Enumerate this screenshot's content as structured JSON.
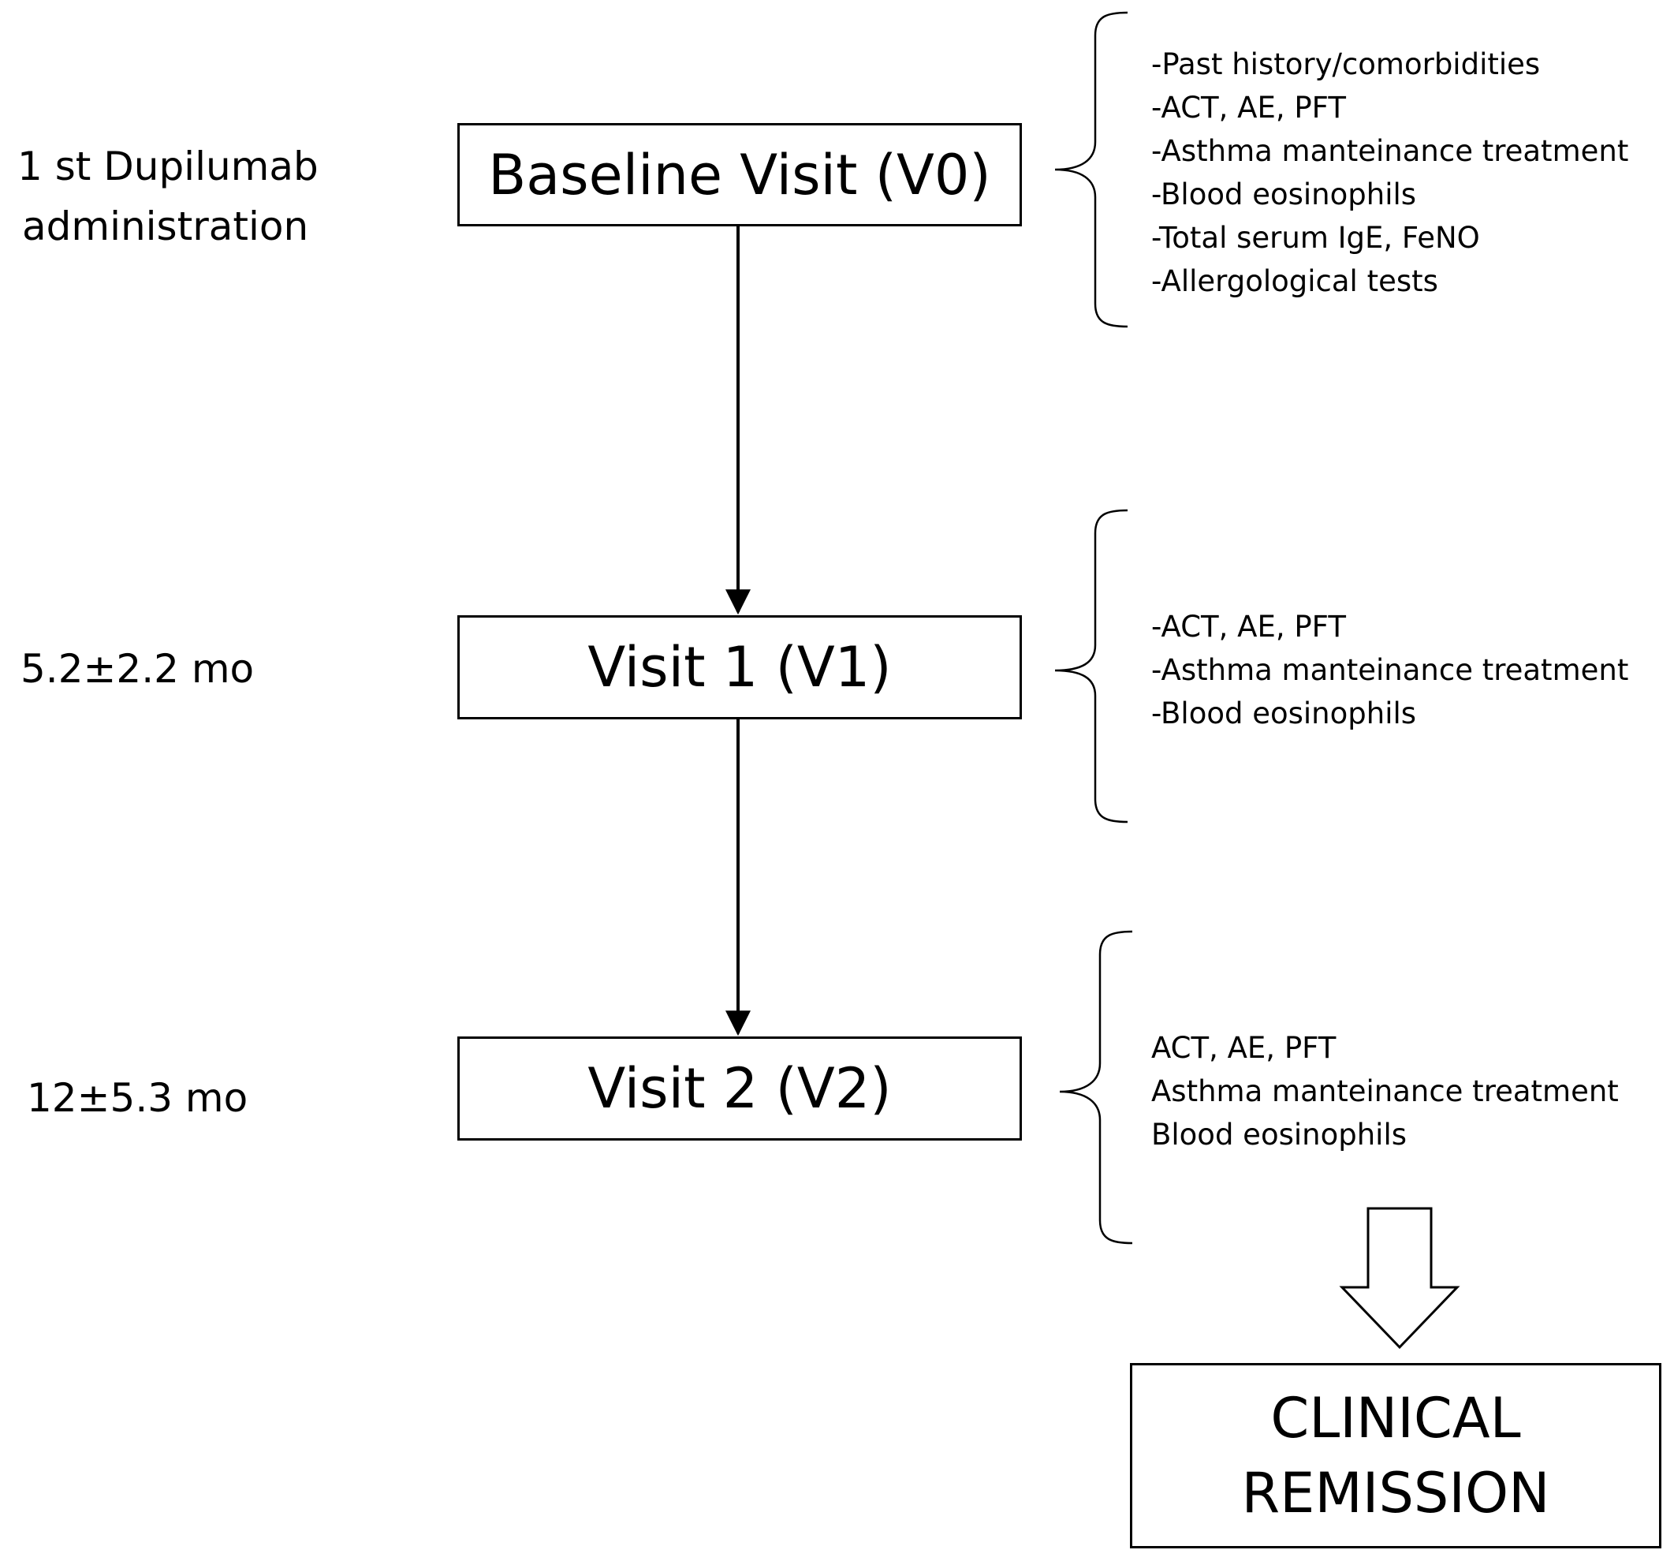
{
  "timepoints": [
    {
      "lines": [
        "1 st Dupilumab",
        "administration"
      ]
    },
    {
      "lines": [
        "5.2±2.2 mo"
      ]
    },
    {
      "lines": [
        "12±5.3 mo"
      ]
    }
  ],
  "visits": [
    {
      "label": "Baseline Visit (V0)"
    },
    {
      "label": "Visit 1 (V1)"
    },
    {
      "label": "Visit 2 (V2)"
    }
  ],
  "assessments": {
    "v0": [
      "-Past history/comorbidities",
      "-ACT, AE, PFT",
      "-Asthma manteinance treatment",
      "-Blood eosinophils",
      "-Total serum IgE, FeNO",
      "-Allergological tests"
    ],
    "v1": [
      "-ACT, AE, PFT",
      "-Asthma manteinance treatment",
      "-Blood eosinophils"
    ],
    "v2": [
      "ACT, AE, PFT",
      "Asthma manteinance treatment",
      "Blood eosinophils"
    ]
  },
  "outcome": {
    "lines": [
      "CLINICAL",
      "REMISSION"
    ]
  }
}
